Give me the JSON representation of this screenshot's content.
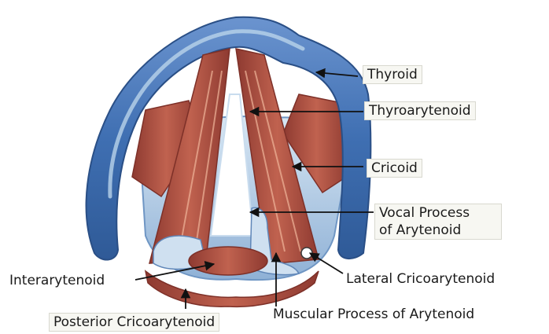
{
  "labels": {
    "thyroid": "Thyroid",
    "thyroarytenoid": "Thyroarytenoid",
    "cricoid": "Cricoid",
    "vocal_process_line1": "Vocal Process",
    "vocal_process_line2": "of Arytenoid",
    "lateral_cricoarytenoid": "Lateral Cricoarytenoid",
    "muscular_process": "Muscular Process of Arytenoid",
    "interarytenoid": "Interarytenoid",
    "posterior_cricoarytenoid": "Posterior Cricoarytenoid"
  },
  "colors": {
    "cartilage": "#3f6fb2",
    "cartilage_highlight": "#b9d3ea",
    "muscle": "#a9463a",
    "muscle_highlight": "#e8a187",
    "background": "#ffffff"
  }
}
